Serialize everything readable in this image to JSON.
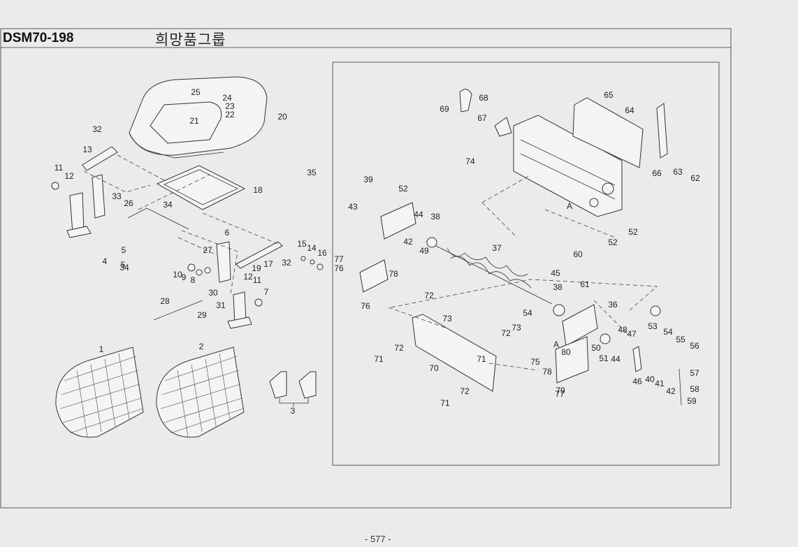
{
  "header": {
    "model_code": "DSM70-198",
    "group_title": "희망품그룹"
  },
  "footer": {
    "page_number": "- 577 -"
  },
  "labels": [
    "1",
    "2",
    "3",
    "4",
    "5",
    "5",
    "6",
    "7",
    "8",
    "9",
    "10",
    "11",
    "11",
    "12",
    "12",
    "13",
    "14",
    "15",
    "16",
    "17",
    "18",
    "19",
    "20",
    "21",
    "22",
    "23",
    "24",
    "25",
    "26",
    "27",
    "28",
    "29",
    "30",
    "31",
    "32",
    "32",
    "33",
    "34",
    "34",
    "35",
    "36",
    "37",
    "38",
    "38",
    "39",
    "40",
    "41",
    "42",
    "42",
    "43",
    "44",
    "44",
    "45",
    "46",
    "47",
    "48",
    "49",
    "50",
    "51",
    "52",
    "52",
    "52",
    "53",
    "54",
    "54",
    "55",
    "56",
    "57",
    "58",
    "59",
    "60",
    "61",
    "62",
    "63",
    "64",
    "65",
    "66",
    "67",
    "68",
    "69",
    "70",
    "71",
    "71",
    "71",
    "72",
    "72",
    "72",
    "72",
    "73",
    "73",
    "74",
    "75",
    "76",
    "76",
    "77",
    "77",
    "78",
    "78",
    "79",
    "80",
    "A",
    "A"
  ]
}
